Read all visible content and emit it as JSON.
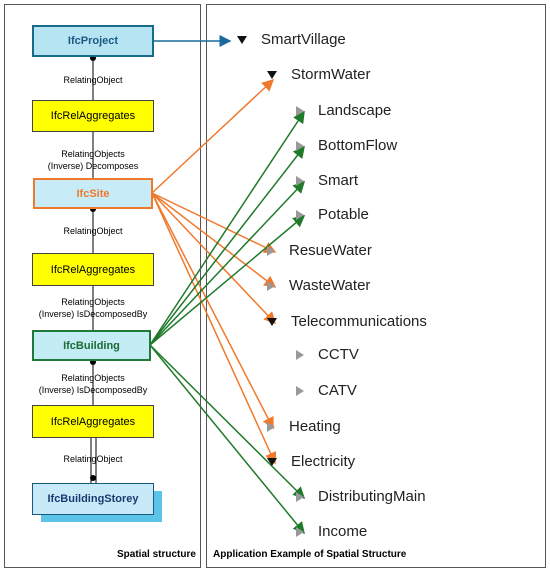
{
  "left_panel": {
    "caption": "Spatial structure"
  },
  "right_panel": {
    "caption": "Application Example of Spatial Structure"
  },
  "nodes": {
    "project": "IfcProject",
    "agg1": "IfcRelAggregates",
    "site": "IfcSite",
    "agg2": "IfcRelAggregates",
    "building": "IfcBuilding",
    "agg3": "IfcRelAggregates",
    "storey": "IfcBuildingStorey"
  },
  "relations": {
    "r1": "RelatingObject",
    "r2a": "RelatingObjects",
    "r2b": "(Inverse) Decomposes",
    "r3": "RelatingObject",
    "r4a": "RelatingObjects",
    "r4b": "(Inverse) IsDecomposedBy",
    "r5a": "RelatingObjects",
    "r5b": "(Inverse) IsDecomposedBy",
    "r6": "RelatingObject"
  },
  "tree": [
    {
      "label": "SmartVillage",
      "expanded": true
    },
    {
      "label": "StormWater",
      "expanded": true
    },
    {
      "label": "Landscape",
      "expanded": false
    },
    {
      "label": "BottomFlow",
      "expanded": false
    },
    {
      "label": "Smart",
      "expanded": false
    },
    {
      "label": "Potable",
      "expanded": false
    },
    {
      "label": "ResueWater",
      "expanded": false
    },
    {
      "label": "WasteWater",
      "expanded": false
    },
    {
      "label": "Telecommunications",
      "expanded": true
    },
    {
      "label": "CCTV",
      "expanded": false
    },
    {
      "label": "CATV",
      "expanded": false
    },
    {
      "label": "Heating",
      "expanded": false
    },
    {
      "label": "Electricity",
      "expanded": true
    },
    {
      "label": "DistributingMain",
      "expanded": false
    },
    {
      "label": "Income",
      "expanded": false
    }
  ],
  "colors": {
    "project_link": "#1a6a9c",
    "site_links": "#f07a2c",
    "building_links": "#1f7a2a"
  }
}
